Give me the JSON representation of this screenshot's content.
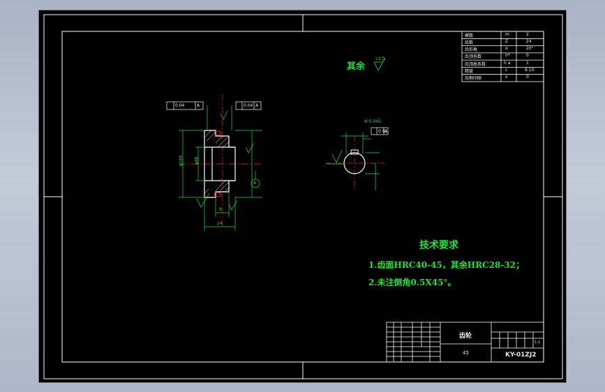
{
  "roughness": {
    "label": "其余",
    "symbol_value": "12.5"
  },
  "gear_params": [
    {
      "name": "模数",
      "symbol": "m",
      "value": "2"
    },
    {
      "name": "齿数",
      "symbol": "Z",
      "value": "24"
    },
    {
      "name": "齿形角",
      "symbol": "α",
      "value": "20°"
    },
    {
      "name": "齿顶系数",
      "symbol": "h*",
      "value": "0"
    },
    {
      "name": "齿顶高系数",
      "symbol": "h a",
      "value": "1"
    },
    {
      "name": "精度",
      "symbol": "c",
      "value": "8.10"
    },
    {
      "name": "齿侧间隙",
      "symbol": "x",
      "value": "0"
    }
  ],
  "tech": {
    "title": "技术要求",
    "line1": "1.齿面HRC40-45，其余HRC28-32；",
    "line2": "2.未注倒角0.5X45°。"
  },
  "title_block": {
    "part_name": "齿轮",
    "material": "45",
    "drawing_no": "KY-01ZJ2",
    "scale": "1:1"
  },
  "dims": {
    "tol_left": "0.04",
    "tol_left_datum": "A",
    "tol_right": "0.04",
    "tol_right_datum": "A",
    "tol_hole": "0.01",
    "tol_hole_datum": "A",
    "hole_dim": "4°0.045",
    "datum_label": "A",
    "dia_outer": "φ104",
    "dia_inner": "φ96",
    "width": "24",
    "hub": "8"
  }
}
